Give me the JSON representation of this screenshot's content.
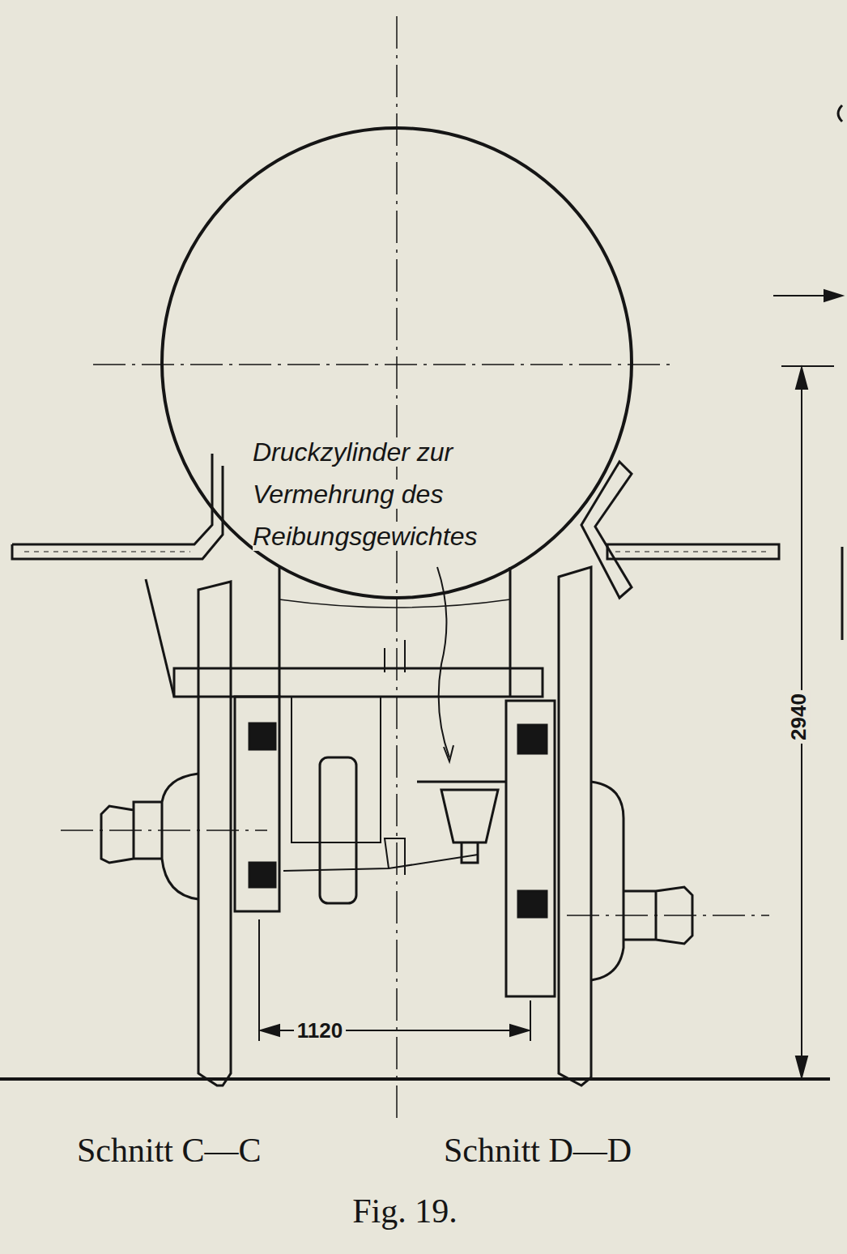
{
  "diagram": {
    "caption": "Fig. 19.",
    "labels": [
      "Druckzylinder zur Vermehrung des Reibungsgewichtes",
      "1120",
      "2940",
      "Schnitt C—C",
      "Schnitt D—D"
    ]
  }
}
